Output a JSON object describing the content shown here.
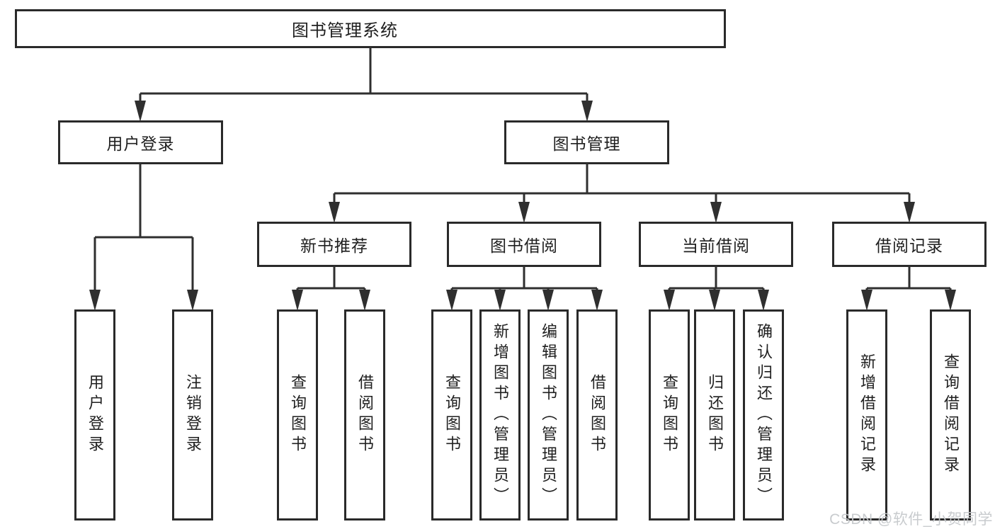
{
  "diagram": {
    "root": {
      "label": "图书管理系统"
    },
    "branches": [
      {
        "label": "用户登录",
        "children": [
          {
            "label": "用户登录"
          },
          {
            "label": "注销登录"
          }
        ]
      },
      {
        "label": "图书管理",
        "children": [
          {
            "label": "新书推荐",
            "children": [
              {
                "label": "查询图书"
              },
              {
                "label": "借阅图书"
              }
            ]
          },
          {
            "label": "图书借阅",
            "children": [
              {
                "label": "查询图书"
              },
              {
                "label": "新增图书（管理员）"
              },
              {
                "label": "编辑图书（管理员）"
              },
              {
                "label": "借阅图书"
              }
            ]
          },
          {
            "label": "当前借阅",
            "children": [
              {
                "label": "查询图书"
              },
              {
                "label": "归还图书"
              },
              {
                "label": "确认归还（管理员）"
              }
            ]
          },
          {
            "label": "借阅记录",
            "children": [
              {
                "label": "新增借阅记录"
              },
              {
                "label": "查询借阅记录"
              }
            ]
          }
        ]
      }
    ],
    "watermark": "CSDN @软件_小贺同学",
    "colors": {
      "line": "#2f2f2f",
      "box_border": "#2a2a2a",
      "text": "#1f1f1f",
      "watermark": "#c6c9cc",
      "background": "#ffffff"
    }
  }
}
